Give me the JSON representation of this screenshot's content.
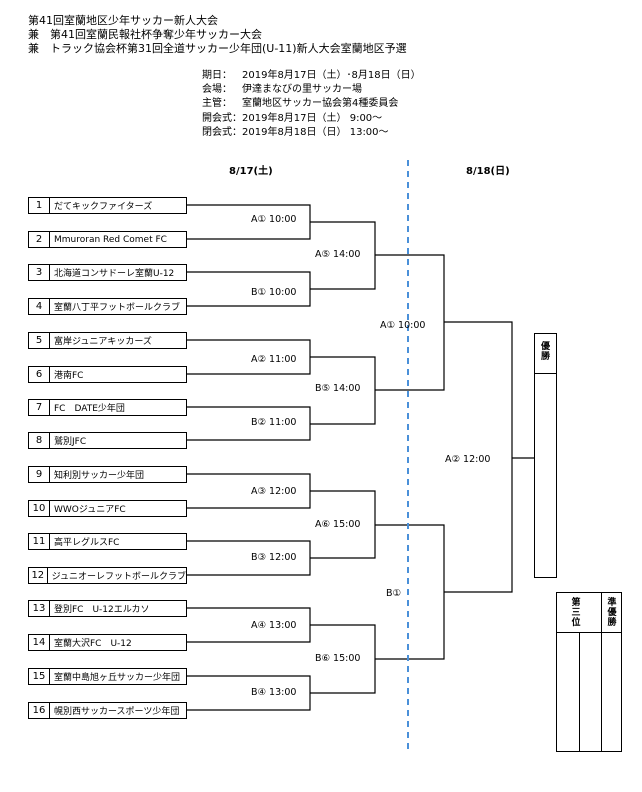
{
  "header": {
    "line1": "第41回室蘭地区少年サッカー新人大会",
    "line2": "兼　第41回室蘭民報社杯争奪少年サッカー大会",
    "line3": "兼　トラック協会杯第31回全道サッカー少年団(U-11)新人大会室蘭地区予選"
  },
  "info": [
    {
      "key": "期日：",
      "value": "2019年8月17日（土）･8月18日（日）"
    },
    {
      "key": "会場：",
      "value": "伊達まなびの里サッカー場"
    },
    {
      "key": "主管：",
      "value": "室蘭地区サッカー協会第4種委員会"
    },
    {
      "key": "開会式：",
      "value": "2019年8月17日（土） 9:00～"
    },
    {
      "key": "閉会式：",
      "value": "2019年8月18日（日） 13:00～"
    }
  ],
  "dates": {
    "day1": "8/17(土)",
    "day2": "8/18(日)"
  },
  "teams": [
    {
      "num": "1",
      "name": "だてキックファイターズ"
    },
    {
      "num": "2",
      "name": "Mmuroran Red Comet FC"
    },
    {
      "num": "3",
      "name": "北海道コンサドーレ室蘭U-12"
    },
    {
      "num": "4",
      "name": "室蘭八丁平フットボールクラブ"
    },
    {
      "num": "5",
      "name": "富岸ジュニアキッカーズ"
    },
    {
      "num": "6",
      "name": "港南FC"
    },
    {
      "num": "7",
      "name": "FC　DATE少年団"
    },
    {
      "num": "8",
      "name": "鷲別JFC"
    },
    {
      "num": "9",
      "name": "知利別サッカー少年団"
    },
    {
      "num": "10",
      "name": "WWOジュニアFC"
    },
    {
      "num": "11",
      "name": "高平レグルスFC"
    },
    {
      "num": "12",
      "name": "ジュニオーレフットボールクラブ"
    },
    {
      "num": "13",
      "name": "登別FC　U-12エルカソ"
    },
    {
      "num": "14",
      "name": "室蘭大沢FC　U-12"
    },
    {
      "num": "15",
      "name": "室蘭中島旭ヶ丘サッカー少年団"
    },
    {
      "num": "16",
      "name": "幌別西サッカースポーツ少年団"
    }
  ],
  "matches": {
    "r1": [
      "A① 10:00",
      "B① 10:00",
      "A② 11:00",
      "B② 11:00",
      "A③ 12:00",
      "B③ 12:00",
      "A④ 13:00",
      "B④ 13:00"
    ],
    "r2": [
      "A⑤ 14:00",
      "B⑤ 14:00",
      "A⑥ 15:00",
      "B⑥ 15:00"
    ],
    "sf": [
      "A① 10:00",
      "B①"
    ],
    "final": "A② 12:00"
  },
  "results": {
    "champion": "優勝",
    "third": "第三位",
    "runner_up": "準優勝"
  }
}
